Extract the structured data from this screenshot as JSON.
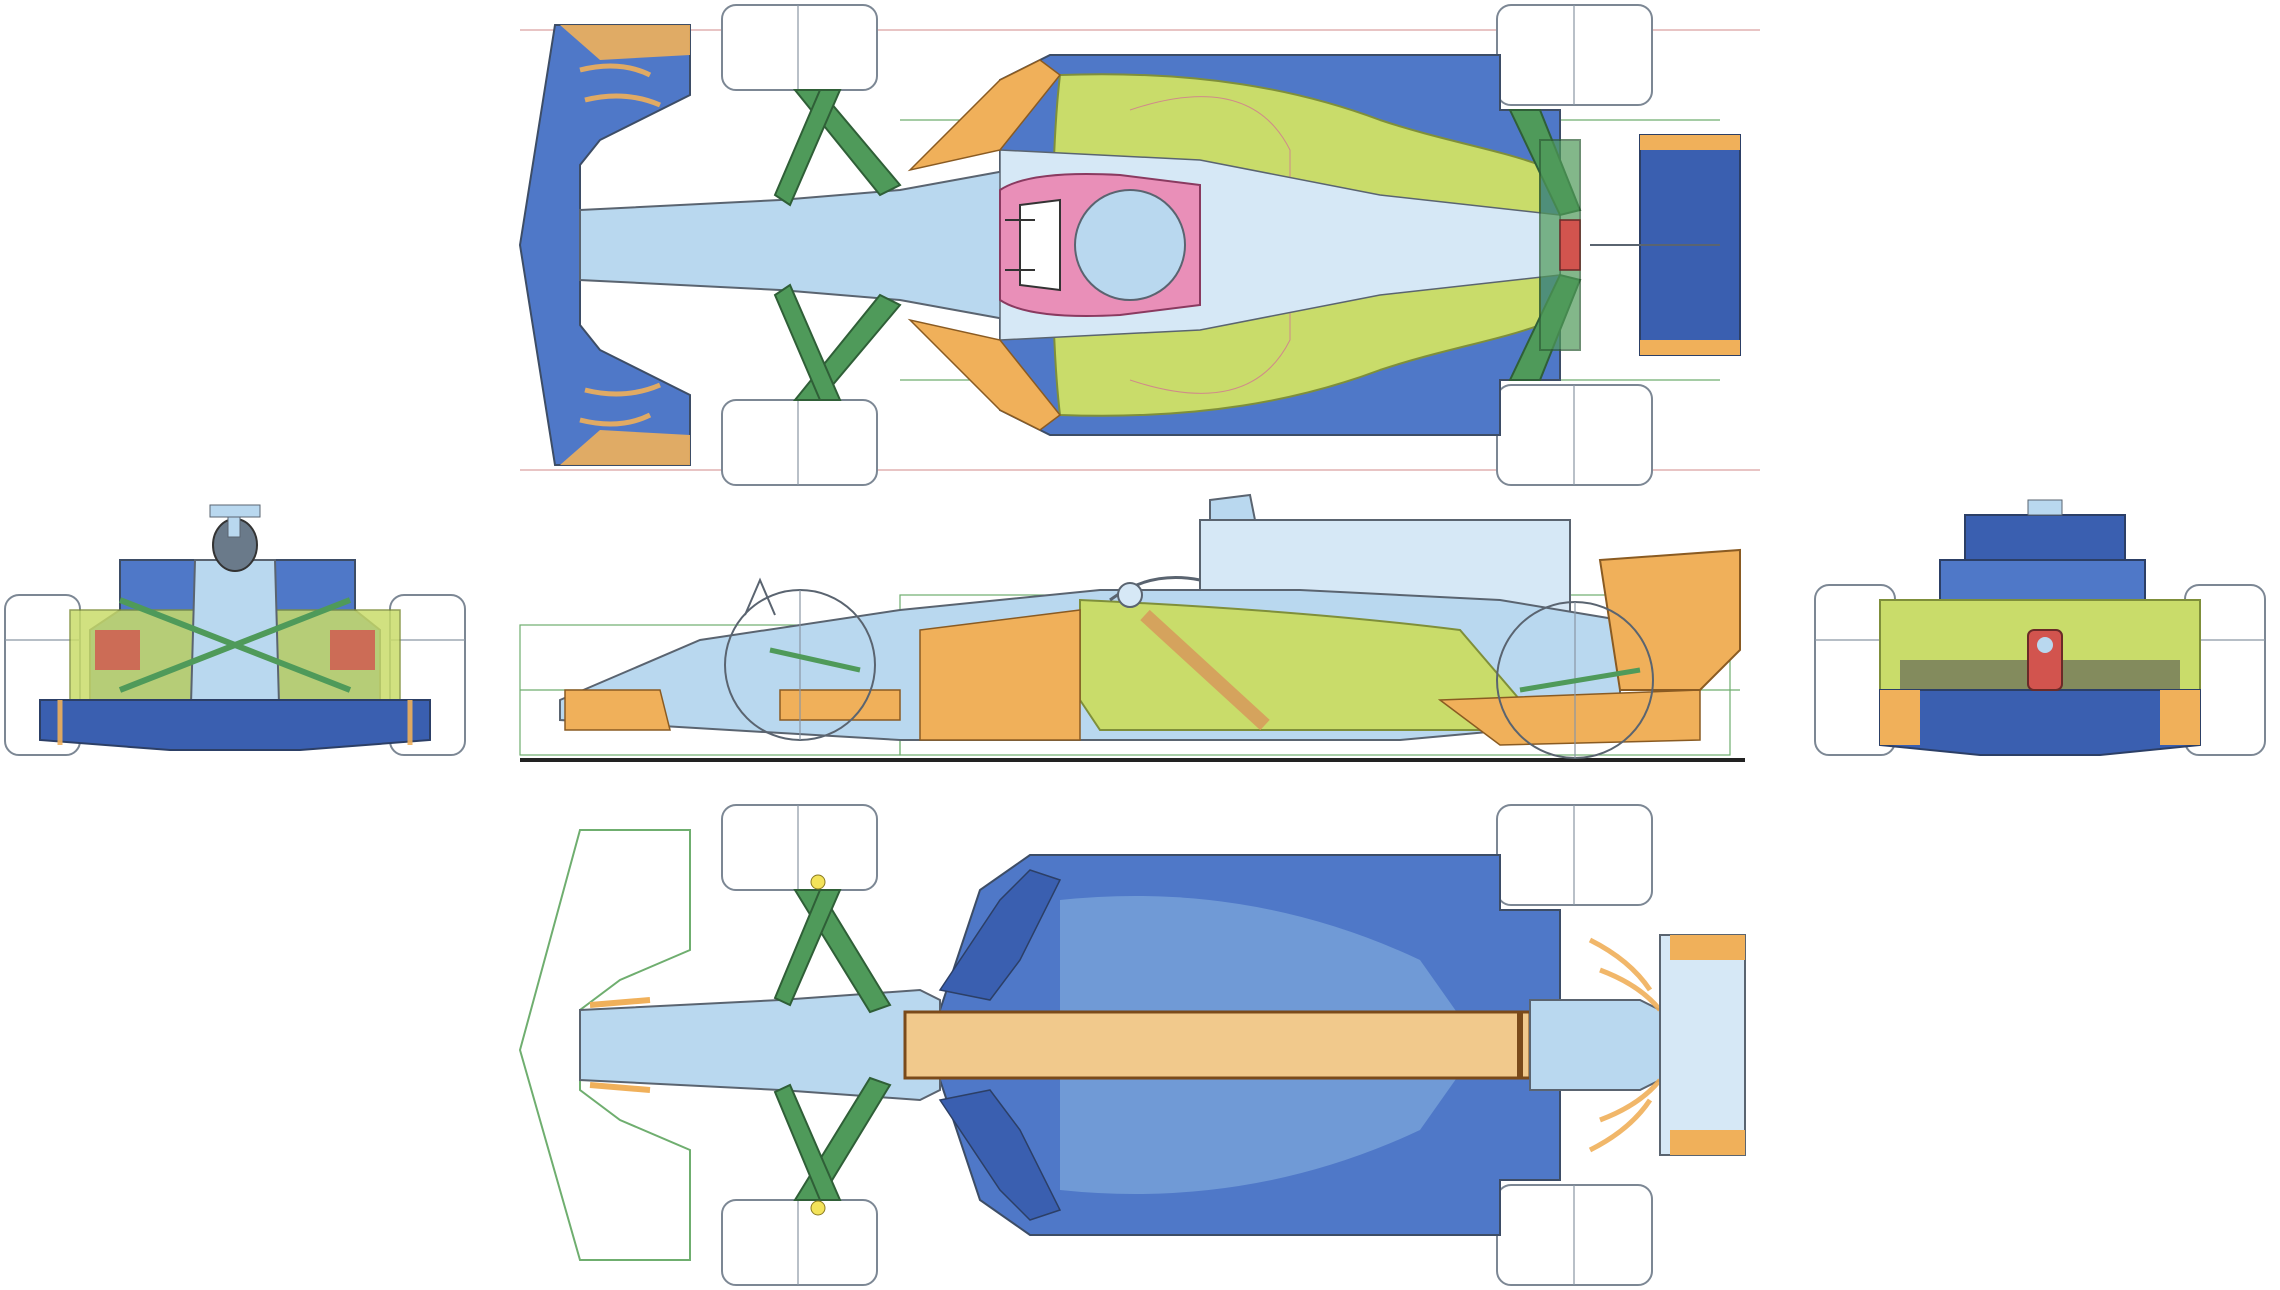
{
  "figure": {
    "views": [
      "top",
      "front",
      "side",
      "rear",
      "bottom"
    ]
  },
  "palette": {
    "wing_blue": "#4f78c8",
    "dark_blue": "#3a5fb0",
    "light_blue": "#b9d8ef",
    "pale_blue": "#d6e8f6",
    "lime": "#c9dc6a",
    "orange": "#f0b05a",
    "green": "#4f9a5a",
    "pink": "#e98fb8",
    "red": "#d2544e",
    "wood": "#f1c98c",
    "ground": "#222222"
  }
}
